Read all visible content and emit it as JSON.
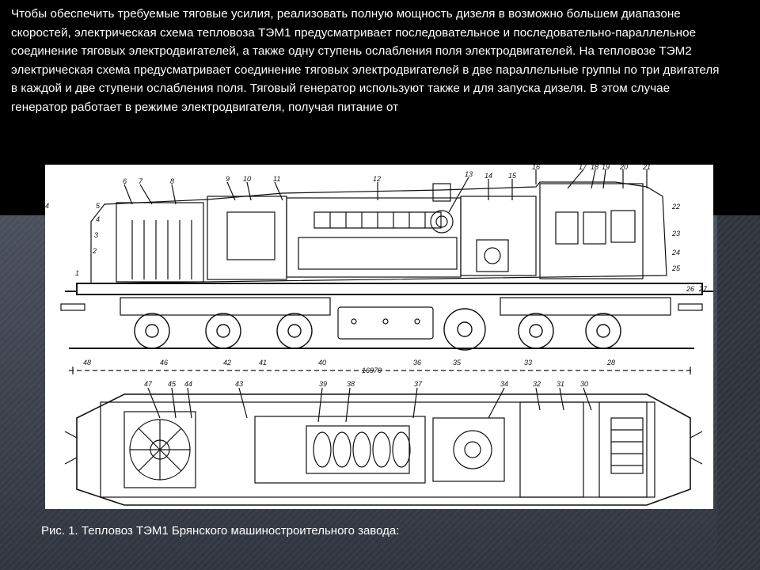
{
  "slide": {
    "body_text": "Чтобы обеспечить требуемые тяговые усилия, реализовать полную мощность дизеля в возможно большем диапазоне скоростей, электрическая схема тепловоза ТЭМ1 предусматривает последовательное и последовательно-параллельное соединение тяговых электродвигателей, а также одну ступень ослабления поля электродвигателей. На тепловозе ТЭМ2 электрическая схема предусматривает соединение тяговых электродвигателей в две параллельные группы по три двигателя в каждой и две ступени ослабления поля. Тяговый генератор используют также и для запуска дизеля. В этом случае генератор работает в режиме электродвигателя, получая питание от",
    "caption": "Рис. 1. Тепловоз ТЭМ1 Брянского машиностроительного завода:"
  },
  "figure": {
    "top_numbers": [
      "6",
      "7",
      "8",
      "9",
      "10",
      "11",
      "12",
      "13",
      "14",
      "15",
      "16",
      "17",
      "18",
      "19",
      "20",
      "21",
      "22",
      "23",
      "24",
      "25",
      "26",
      "27"
    ],
    "left_numbers": [
      "5",
      "4",
      "3",
      "2",
      "1"
    ],
    "bottom_numbers": [
      "48",
      "46",
      "42",
      "41",
      "40",
      "36",
      "35",
      "33",
      "28"
    ],
    "plan_numbers": [
      "47",
      "45",
      "44",
      "43",
      "39",
      "38",
      "37",
      "34",
      "32",
      "31",
      "30"
    ],
    "dimension": "16970",
    "edge_mark": "4"
  },
  "colors": {
    "top_band": "#000000",
    "background": "#3c4250",
    "text": "#ffffff"
  }
}
